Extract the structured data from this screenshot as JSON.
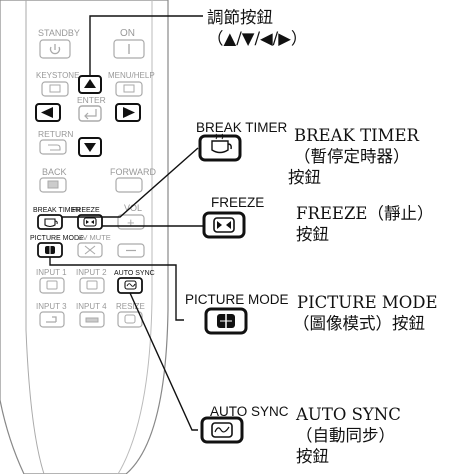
{
  "remote": {
    "standby": "STANDBY",
    "on": "ON",
    "keystone": "KEYSTONE",
    "menu_help": "MENU/HELP",
    "enter": "ENTER",
    "return": "RETURN",
    "back": "BACK",
    "forward": "FORWARD",
    "break_timer": "BREAK TIMER",
    "freeze": "FREEZE",
    "vol": "VOL",
    "picture_mode": "PICTURE MODE",
    "av_mute": "AV MUTE",
    "auto_sync": "AUTO SYNC",
    "input1": "INPUT 1",
    "input2": "INPUT 2",
    "input3": "INPUT 3",
    "input4": "INPUT 4",
    "resize": "RESIZE"
  },
  "callouts": {
    "adjust": {
      "line1": "調節按鈕",
      "line2": "（▲/▼/◀/▶）"
    },
    "break_timer": {
      "key_label": "BREAK TIMER",
      "line1": "BREAK TIMER",
      "line2": "（暫停定時器）",
      "line3": "按鈕"
    },
    "freeze": {
      "key_label": "FREEZE",
      "line1": "FREEZE（靜止）",
      "line2": "按鈕"
    },
    "picture_mode": {
      "key_label": "PICTURE MODE",
      "line1": "PICTURE MODE",
      "line2": "（圖像模式）按鈕"
    },
    "auto_sync": {
      "key_label": "AUTO SYNC",
      "line1": "AUTO SYNC",
      "line2": "（自動同步）",
      "line3": "按鈕"
    }
  }
}
